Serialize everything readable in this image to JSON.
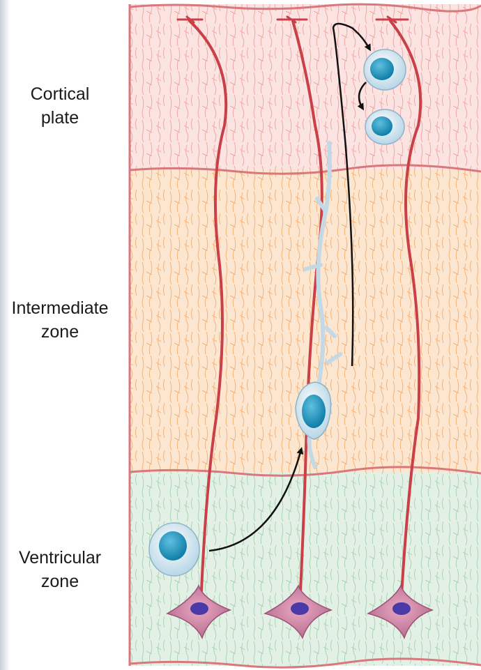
{
  "zones": [
    {
      "id": "cortical-plate",
      "label": "Cortical\nplate",
      "fill": "#fbe3e1"
    },
    {
      "id": "intermediate-zone",
      "label": "Intermediate\nzone",
      "fill": "#fde6d0"
    },
    {
      "id": "ventricular-zone",
      "label": "Ventricular\nzone",
      "fill": "#e3f0e6"
    }
  ],
  "colors": {
    "radial_glia_fiber": "#c94048",
    "glia_cell_body": "#c77a9a",
    "glia_nucleus": "#4a3aa8",
    "neuron_body": "#dcecf5",
    "neuron_nucleus": "#1a92bd",
    "boundary": "#d9787c",
    "arrow": "#111111"
  }
}
